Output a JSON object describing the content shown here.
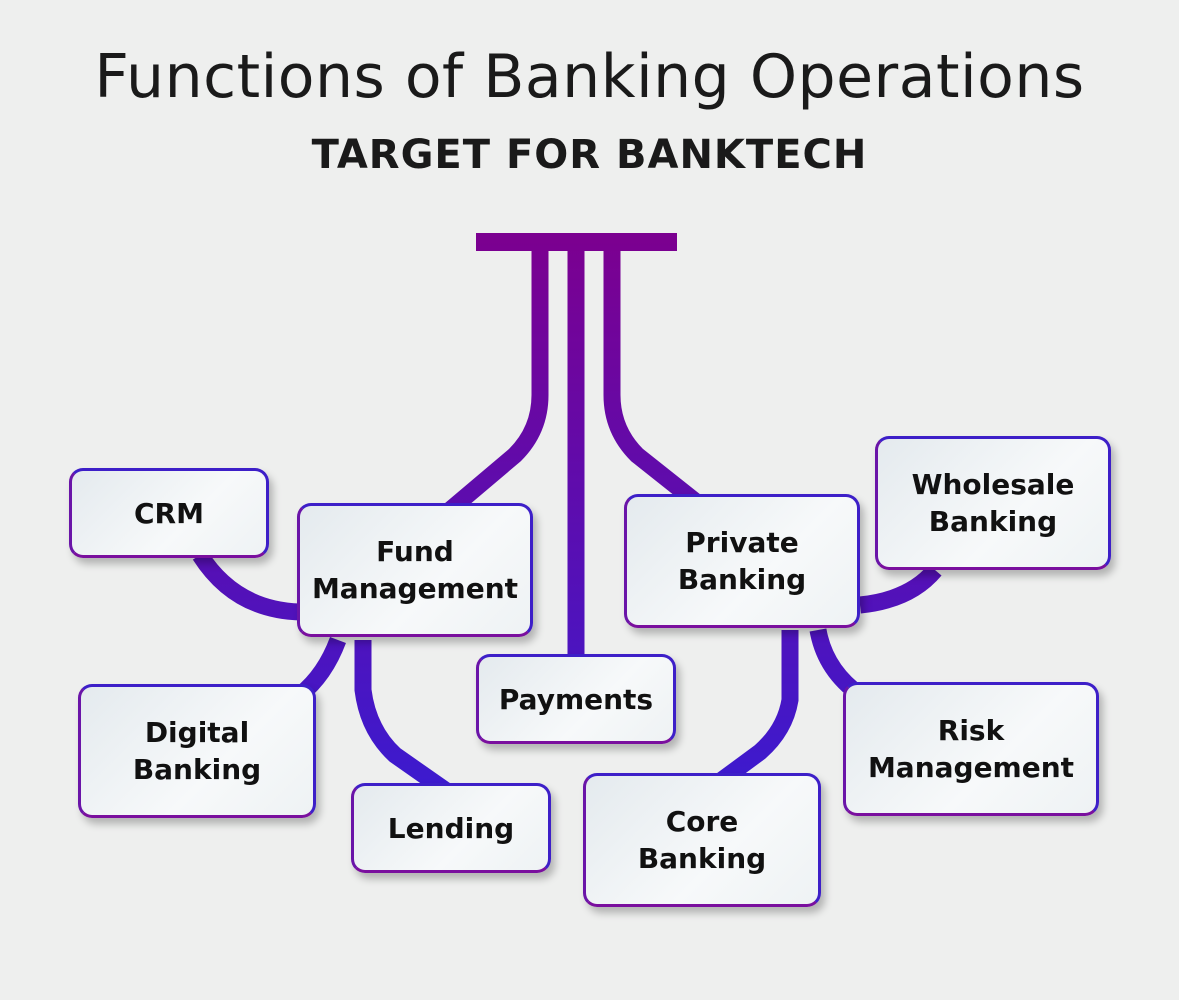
{
  "title": "Functions of Banking Operations",
  "subtitle": "TARGET FOR BANKTECH",
  "colors": {
    "connector_top": "#7b0090",
    "connector_bottom": "#3b1bd0",
    "background": "#eeefee"
  },
  "nodes": {
    "crm": "CRM",
    "fund_management": "Fund\nManagement",
    "private_banking": "Private\nBanking",
    "wholesale_banking": "Wholesale\nBanking",
    "digital_banking": "Digital\nBanking",
    "lending": "Lending",
    "payments": "Payments",
    "core_banking": "Core\nBanking",
    "risk_management": "Risk\nManagement"
  }
}
